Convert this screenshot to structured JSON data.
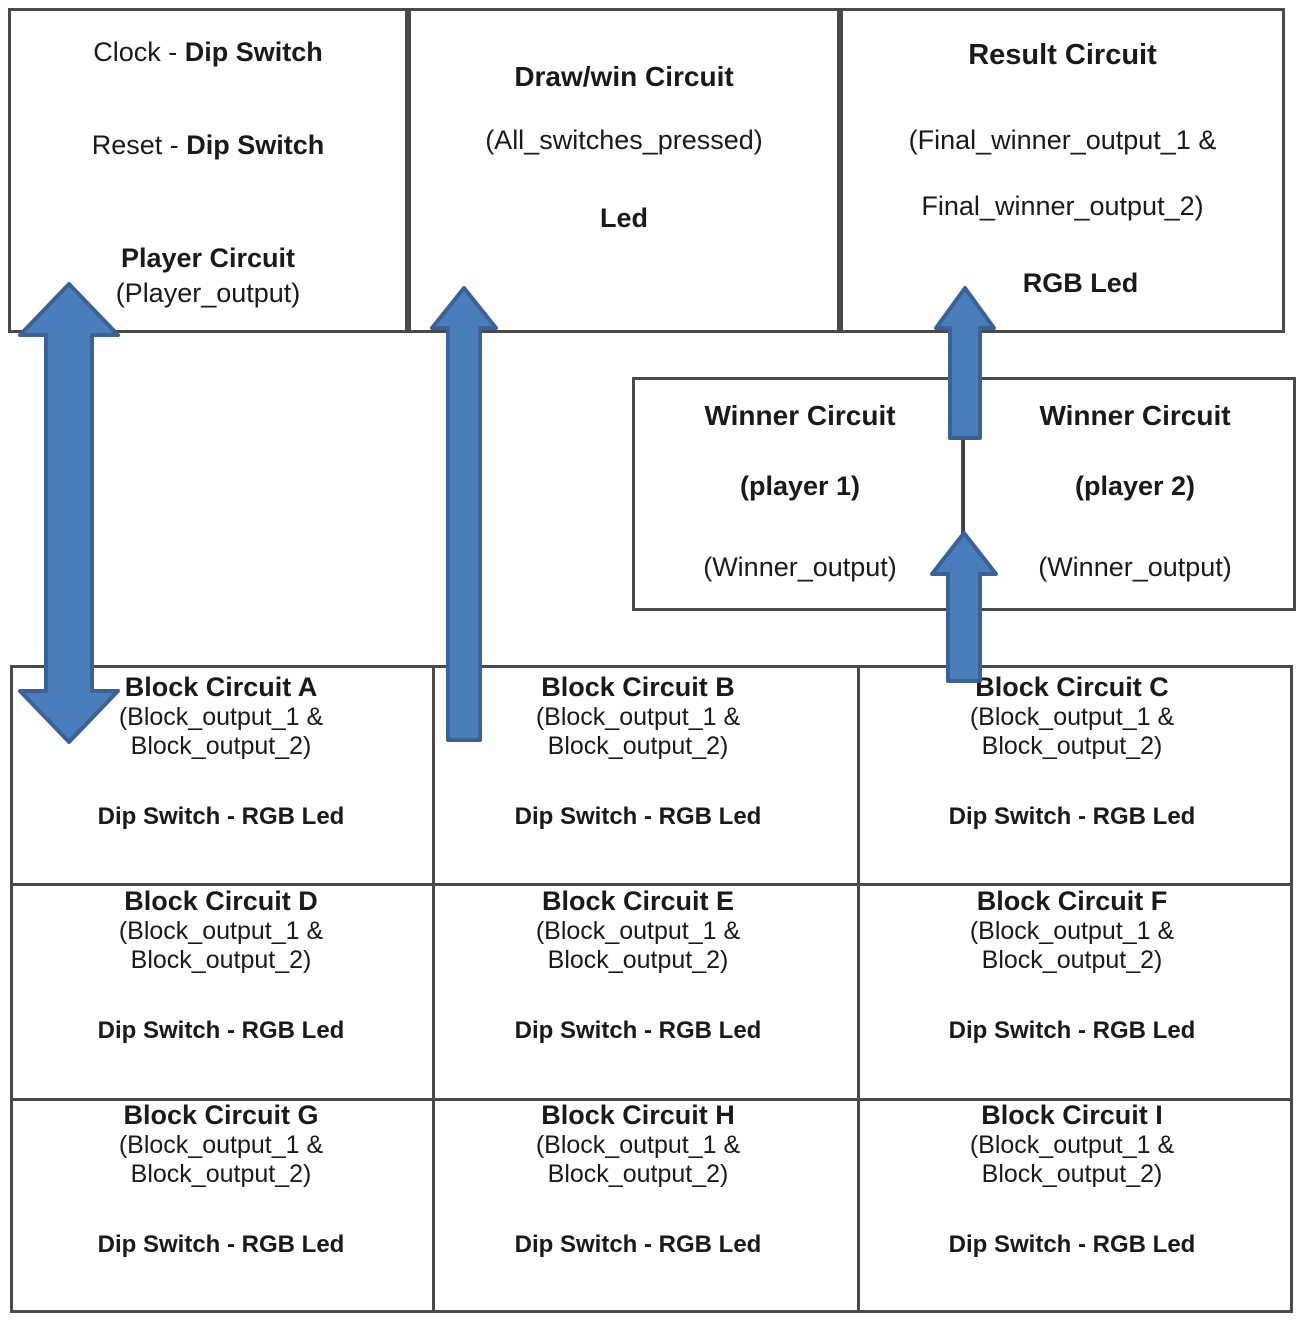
{
  "colors": {
    "arrow_fill": "#4a7ebb",
    "arrow_stroke": "#3a6298",
    "box_border": "#4a4a4a",
    "text": "#1a1a1a"
  },
  "top_boxes": [
    {
      "name": "inputs-and-player-circuit",
      "lines": [
        {
          "text": "Clock - ",
          "bold": false
        },
        {
          "text": "Dip Switch",
          "bold": true
        },
        {
          "text": "Reset - ",
          "bold": false
        },
        {
          "text": "Dip Switch",
          "bold": true
        },
        {
          "text": "Player Circuit",
          "bold": true
        },
        {
          "text": "(Player_output)",
          "bold": false
        }
      ],
      "clock_prefix": "Clock - ",
      "clock_device": "Dip Switch",
      "reset_prefix": "Reset - ",
      "reset_device": "Dip Switch",
      "title": "Player Circuit",
      "output": "(Player_output)"
    },
    {
      "name": "draw-win-circuit",
      "title": "Draw/win Circuit",
      "output": "(All_switches_pressed)",
      "device": "Led"
    },
    {
      "name": "result-circuit",
      "title": "Result Circuit",
      "output_line_1": "(Final_winner_output_1 &",
      "output_line_2": "Final_winner_output_2)",
      "device": "RGB Led"
    }
  ],
  "winner_box": {
    "name": "winner-circuit-box",
    "left": {
      "title": "Winner Circuit",
      "player": "(player 1)",
      "output": "(Winner_output)"
    },
    "right": {
      "title": "Winner Circuit",
      "player": "(player 2)",
      "output": "(Winner_output)"
    }
  },
  "block_grid": {
    "name": "block-circuit-grid",
    "cells": [
      {
        "title": "Block Circuit A",
        "out1": "(Block_output_1 &",
        "out2": "Block_output_2)",
        "io": "Dip Switch - RGB Led"
      },
      {
        "title": "Block Circuit B",
        "out1": "(Block_output_1 &",
        "out2": "Block_output_2)",
        "io": "Dip Switch - RGB Led"
      },
      {
        "title": "Block Circuit C",
        "out1": "(Block_output_1 &",
        "out2": "Block_output_2)",
        "io": "Dip Switch - RGB Led"
      },
      {
        "title": "Block Circuit D",
        "out1": "(Block_output_1 &",
        "out2": "Block_output_2)",
        "io": "Dip Switch - RGB Led"
      },
      {
        "title": "Block Circuit E",
        "out1": "(Block_output_1 &",
        "out2": "Block_output_2)",
        "io": "Dip Switch - RGB Led"
      },
      {
        "title": "Block Circuit F",
        "out1": "(Block_output_1 &",
        "out2": "Block_output_2)",
        "io": "Dip Switch - RGB Led"
      },
      {
        "title": "Block Circuit G",
        "out1": "(Block_output_1 &",
        "out2": "Block_output_2)",
        "io": "Dip Switch - RGB Led"
      },
      {
        "title": "Block Circuit H",
        "out1": "(Block_output_1 &",
        "out2": "Block_output_2)",
        "io": "Dip Switch - RGB Led"
      },
      {
        "title": "Block Circuit I",
        "out1": "(Block_output_1 &",
        "out2": "Block_output_2)",
        "io": "Dip Switch - RGB Led"
      }
    ]
  },
  "arrows": [
    {
      "name": "arrow-player-to-block-a",
      "direction": "double-vertical"
    },
    {
      "name": "arrow-block-b-to-drawwin",
      "direction": "up"
    },
    {
      "name": "arrow-winner-to-result",
      "direction": "up"
    },
    {
      "name": "arrow-block-c-to-winner",
      "direction": "up"
    }
  ]
}
